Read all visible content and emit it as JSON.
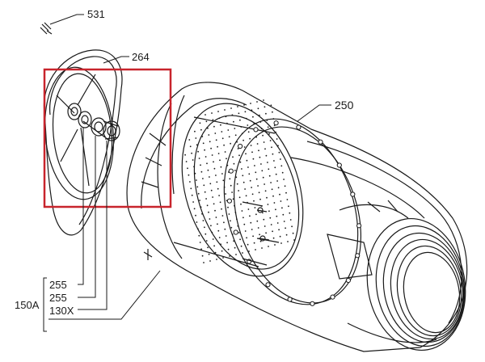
{
  "diagram": {
    "part_numbers": {
      "p531": "531",
      "p264": "264",
      "p250": "250",
      "p255a": "255",
      "p255b": "255",
      "p130x": "130X",
      "p150a": "150A"
    },
    "colors": {
      "line": "#1a1a1a",
      "highlight": "#c8242c",
      "background": "#ffffff"
    }
  }
}
